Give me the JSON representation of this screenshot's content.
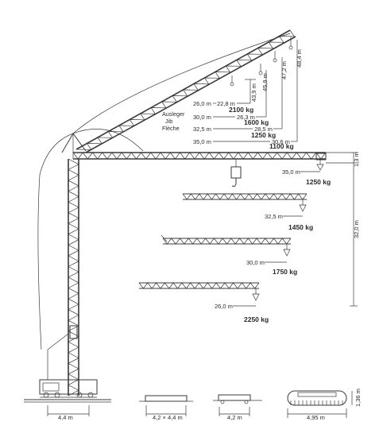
{
  "jib_label": {
    "lines": [
      "Ausleger",
      "Jib",
      "Flèche"
    ]
  },
  "luffing": {
    "radii": [
      {
        "dim": "26,0 m",
        "reach": "22,8 m",
        "load": "2100 kg",
        "height": "43,9 m"
      },
      {
        "dim": "30,0 m",
        "reach": "26,3 m",
        "load": "1600 kg",
        "height": "45,9 m"
      },
      {
        "dim": "32,5 m",
        "reach": "28,5 m",
        "load": "1250 kg",
        "height": "47,2 m"
      },
      {
        "dim": "35,0 m",
        "reach": "30,6 m",
        "load": "1100 kg",
        "height": "48,4 m"
      }
    ]
  },
  "horizontal": {
    "radii": [
      {
        "dim": "35,0 m",
        "load": "1250 kg"
      },
      {
        "dim": "32,5 m",
        "load": "1450 kg"
      },
      {
        "dim": "30,0 m",
        "load": "1750 kg"
      },
      {
        "dim": "26,0 m",
        "load": "2250 kg"
      }
    ],
    "hook_height": "32,0 m",
    "jib_offset": "1,3 m"
  },
  "bases": {
    "tower_base": "4,4 m",
    "options": [
      {
        "dim": "4,2 × 4,4 m"
      },
      {
        "dim": "4,2 m"
      },
      {
        "dim": "4,95 m",
        "height": "1,36 m"
      }
    ]
  }
}
